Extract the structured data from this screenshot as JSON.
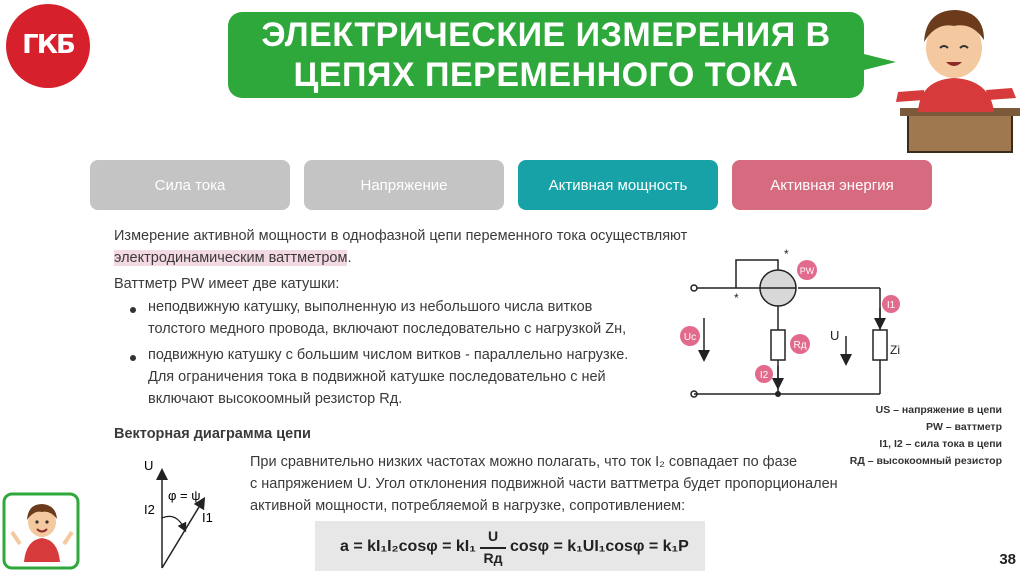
{
  "logo": {
    "text": "ГКБ"
  },
  "title": {
    "line1": "ЭЛЕКТРИЧЕСКИЕ ИЗМЕРЕНИЯ В",
    "line2": "ЦЕПЯХ ПЕРЕМЕННОГО ТОКА"
  },
  "tabs": [
    {
      "label": "Сила тока",
      "color": "#c4c4c4"
    },
    {
      "label": "Напряжение",
      "color": "#c4c4c4"
    },
    {
      "label": "Активная мощность",
      "color": "#17a2a8"
    },
    {
      "label": "Активная энергия",
      "color": "#d66a7e"
    }
  ],
  "intro": {
    "line1": "Измерение активной мощности в однофазной цепи переменного тока осуществляют",
    "line2": "электродинамическим ваттметром",
    "line2_end": "."
  },
  "watt_intro": "Ваттметр PW имеет две катушки:",
  "bullets": [
    {
      "lines": [
        "неподвижную катушку, выполненную из небольшого числа витков",
        "толстого медного провода, включают последовательно с нагрузкой Zн,"
      ]
    },
    {
      "lines": [
        "подвижную катушку с большим числом витков - параллельно нагрузке.",
        "Для ограничения тока в подвижной катушке последовательно с ней",
        "включают высокоомный резистор Rд."
      ]
    }
  ],
  "vector_heading": "Векторная диаграмма цепи",
  "vector": {
    "u": "U",
    "i2": "I2",
    "i1": "I1",
    "angle": "φ = ψ"
  },
  "phase_text": [
    "При сравнительно низких частотах можно полагать, что ток I₂ совпадает по фазе",
    "с напряжением U. Угол отклонения подвижной части ваттметра будет пропорционален",
    "активной мощности, потребляемой в нагрузке, сопротивлением:"
  ],
  "formula": {
    "left": "a = kI₁I₂cosφ = kI₁",
    "num": "U",
    "den": "Rд",
    "right": "cosφ = k₁UI₁cosφ = k₁P"
  },
  "circuit": {
    "pw": "PW",
    "i1": "I1",
    "i2": "I2",
    "uc": "Uc",
    "rd": "Rд",
    "u": "U",
    "zi": "Zi",
    "star": "*"
  },
  "legend": [
    "US – напряжение в цепи",
    "PW – ваттметр",
    "I1, I2 – сила тока в цепи",
    "RД – высокоомный резистор"
  ],
  "page_number": "38",
  "colors": {
    "title_green": "#2ea83b",
    "logo_red": "#d6202c",
    "tab_gray": "#c4c4c4",
    "tab_teal": "#17a2a8",
    "tab_pink": "#d66a7e",
    "highlight": "#f3d9e3",
    "badge_pink": "#e26a8c",
    "formula_bg": "#e7e7e7"
  }
}
